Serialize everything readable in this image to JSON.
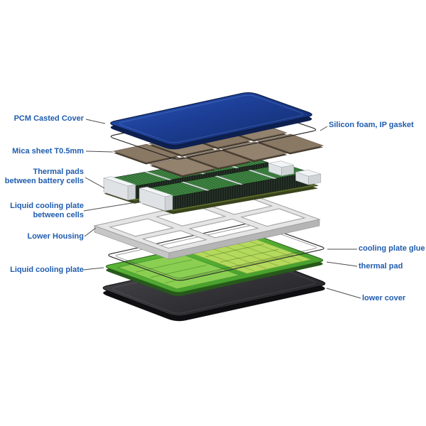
{
  "labels": {
    "left": [
      {
        "id": "pcm-casted-cover",
        "lines": [
          "PCM Casted Cover"
        ]
      },
      {
        "id": "mica-sheet",
        "lines": [
          "Mica sheet T0.5mm"
        ]
      },
      {
        "id": "thermal-pads-between-battery-cells",
        "lines": [
          "Thermal pads",
          "between battery cells"
        ]
      },
      {
        "id": "liquid-cooling-plate-between-cells",
        "lines": [
          "Liquid cooling plate",
          "between cells"
        ]
      },
      {
        "id": "lower-housing",
        "lines": [
          "Lower Housing"
        ]
      },
      {
        "id": "liquid-cooling-plate",
        "lines": [
          "Liquid cooling plate"
        ]
      }
    ],
    "right": [
      {
        "id": "silicon-foam-ip-gasket",
        "lines": [
          "Silicon foam, IP gasket"
        ]
      },
      {
        "id": "cooling-plate-glue",
        "lines": [
          "cooling plate glue"
        ]
      },
      {
        "id": "thermal-pad",
        "lines": [
          "thermal pad"
        ]
      },
      {
        "id": "lower-cover",
        "lines": [
          "lower cover"
        ]
      }
    ]
  },
  "colors": {
    "label_text": "#1f5caf",
    "leader_line": "#4d4d4d",
    "cover_blue": "#1c3e95",
    "mica_brown": "#8c7b6a",
    "cell_green": "#46a24b",
    "cell_dark": "#1e2a1e",
    "housing_gray": "#e5e5e5",
    "plate_green": "#58b439",
    "plate_light_green": "#8bcf52",
    "plate_yellow_green": "#b5d95c",
    "lower_cover_dark": "#2f2f31",
    "white_bracket": "#f2f4f5",
    "base_olive": "#5a6a2b"
  }
}
